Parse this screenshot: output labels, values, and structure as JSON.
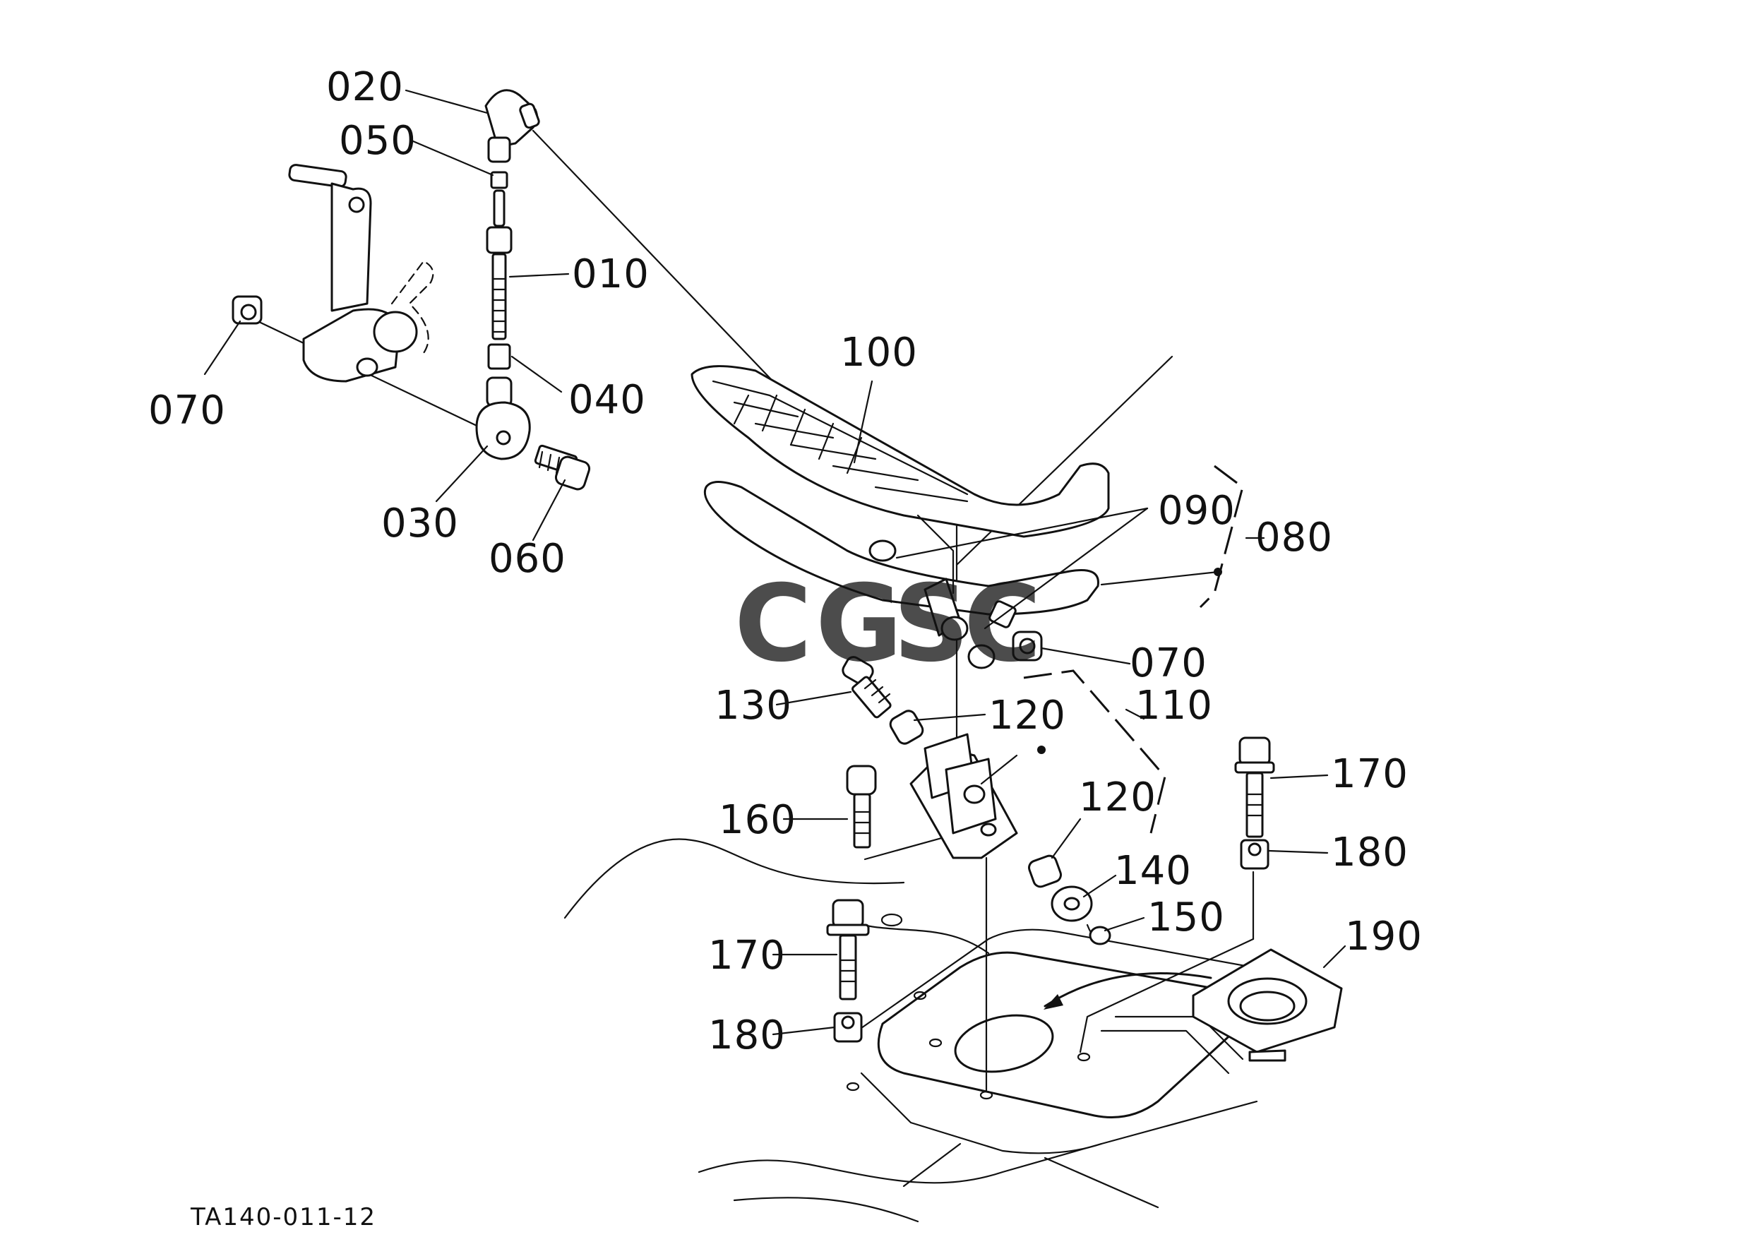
{
  "diagram": {
    "drawing_code": "TA140-011-12",
    "labels": [
      {
        "id": "020",
        "text": "020"
      },
      {
        "id": "050",
        "text": "050"
      },
      {
        "id": "010",
        "text": "010"
      },
      {
        "id": "070a",
        "text": "070"
      },
      {
        "id": "040",
        "text": "040"
      },
      {
        "id": "030",
        "text": "030"
      },
      {
        "id": "060",
        "text": "060"
      },
      {
        "id": "100",
        "text": "100"
      },
      {
        "id": "090",
        "text": "090"
      },
      {
        "id": "080",
        "text": "080"
      },
      {
        "id": "070b",
        "text": "070"
      },
      {
        "id": "130",
        "text": "130"
      },
      {
        "id": "120a",
        "text": "120"
      },
      {
        "id": "110",
        "text": "110"
      },
      {
        "id": "160",
        "text": "160"
      },
      {
        "id": "120b",
        "text": "120"
      },
      {
        "id": "140",
        "text": "140"
      },
      {
        "id": "150",
        "text": "150"
      },
      {
        "id": "170a",
        "text": "170"
      },
      {
        "id": "180a",
        "text": "180"
      },
      {
        "id": "170b",
        "text": "170"
      },
      {
        "id": "180b",
        "text": "180"
      },
      {
        "id": "190",
        "text": "190"
      }
    ]
  },
  "watermark": {
    "letters": [
      "C",
      "G",
      "S",
      "C"
    ],
    "colors": [
      "#4a8ff0",
      "#f07f7f",
      "#f7d35a",
      "#3aa86b"
    ]
  }
}
